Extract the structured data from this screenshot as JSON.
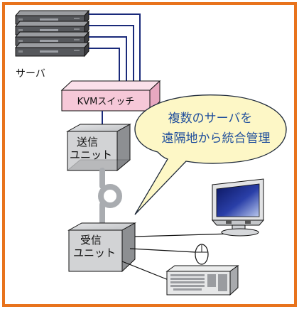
{
  "labels": {
    "server": "サーバ",
    "kvm_switch": "KVMスイッチ",
    "transmitter_line1": "送信",
    "transmitter_line2": "ユニット",
    "receiver_line1": "受信",
    "receiver_line2": "ユニット",
    "callout_line1": "複数のサーバを",
    "callout_line2": "遠隔地から統合管理"
  },
  "colors": {
    "frame": "#e8731c",
    "kvm_fill": "#f6c8d8",
    "callout_fill": "#fdf7c6",
    "callout_text": "#1f4e9c",
    "cable_blue": "#1a2a7a",
    "cable_gray": "#a9acb0",
    "device_fill": "#d2d3d5"
  },
  "icons": [
    "server-rack-icon",
    "monitor-icon",
    "mouse-icon",
    "keyboard-icon"
  ]
}
